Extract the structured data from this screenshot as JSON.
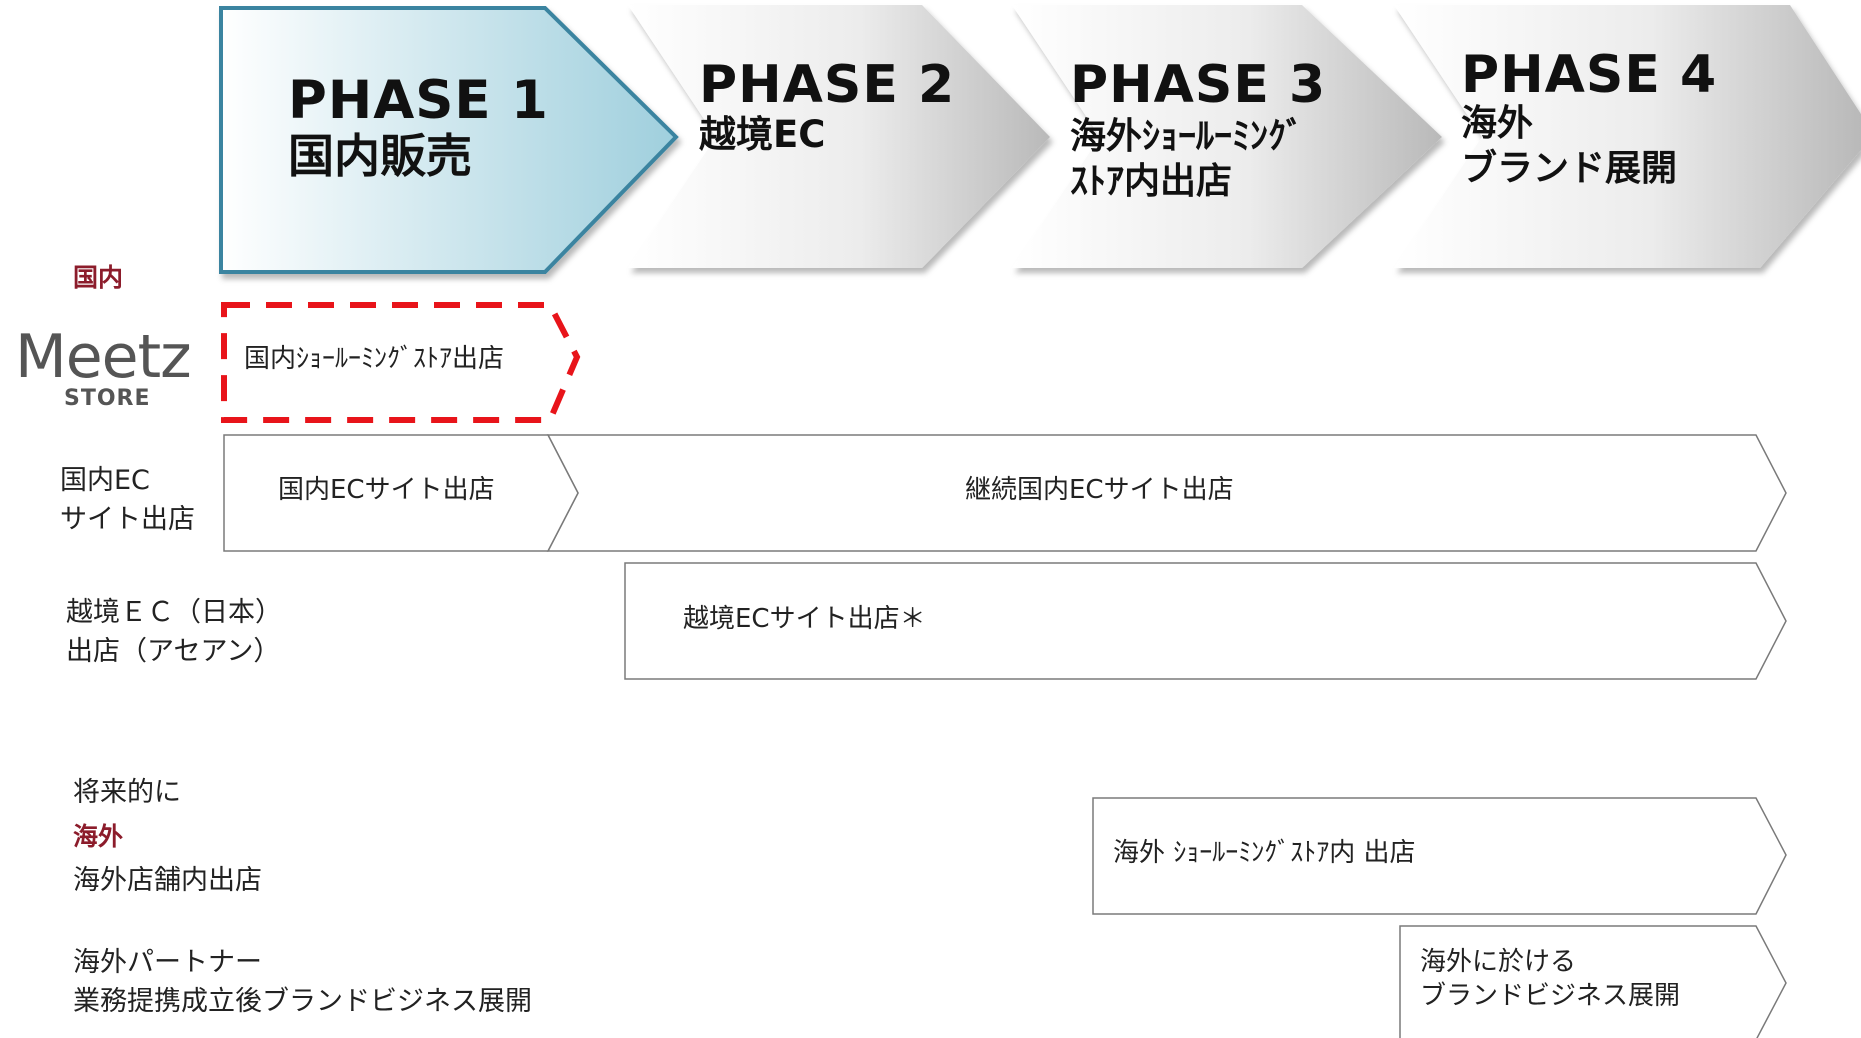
{
  "phases": [
    {
      "number": "PHASE 1",
      "subtitle": "国内販売"
    },
    {
      "number": "PHASE 2",
      "subtitle": "越境EC"
    },
    {
      "number": "PHASE 3",
      "subtitle_line1": "海外ｼｮｰﾙｰﾐﾝｸﾞ",
      "subtitle_line2": "ｽﾄｱ内出店"
    },
    {
      "number": "PHASE 4",
      "subtitle_line1": "海外",
      "subtitle_line2": "ブランド展開"
    }
  ],
  "sections": {
    "domestic": "国内",
    "future": "将来的に",
    "overseas": "海外"
  },
  "logo": {
    "main": "Meetz",
    "sub": "STORE"
  },
  "rows": {
    "domestic_ec": {
      "label_line1": "国内EC",
      "label_line2": "サイト出店"
    },
    "cross_border": {
      "label_line1": "越境ＥＣ（日本）",
      "label_line2": "出店（アセアン）"
    },
    "overseas_store": {
      "label": "海外店舗内出店"
    },
    "overseas_partner": {
      "label_line1": "海外パートナー",
      "label_line2": "業務提携成立後ブランドビジネス展開"
    }
  },
  "boxes": {
    "domestic_showroom": "国内ｼｮｰﾙｰﾐﾝｸﾞｽﾄｱ出店",
    "domestic_ec_open": "国内ECサイト出店",
    "domestic_ec_continue": "継続国内ECサイト出店",
    "cross_border_ec": "越境ECサイト出店＊",
    "overseas_showroom": "海外 ｼｮｰﾙｰﾐﾝｸﾞｽﾄｱ内 出店",
    "overseas_brand_line1": "海外に於ける",
    "overseas_brand_line2": "ブランドビジネス展開"
  },
  "colors": {
    "phase1_fill": "#a9d6e3",
    "phase1_border": "#3a84a0",
    "dashed_red": "#e8141a",
    "section_accent": "#8c1c2b",
    "box_border": "#7a7a7a"
  }
}
